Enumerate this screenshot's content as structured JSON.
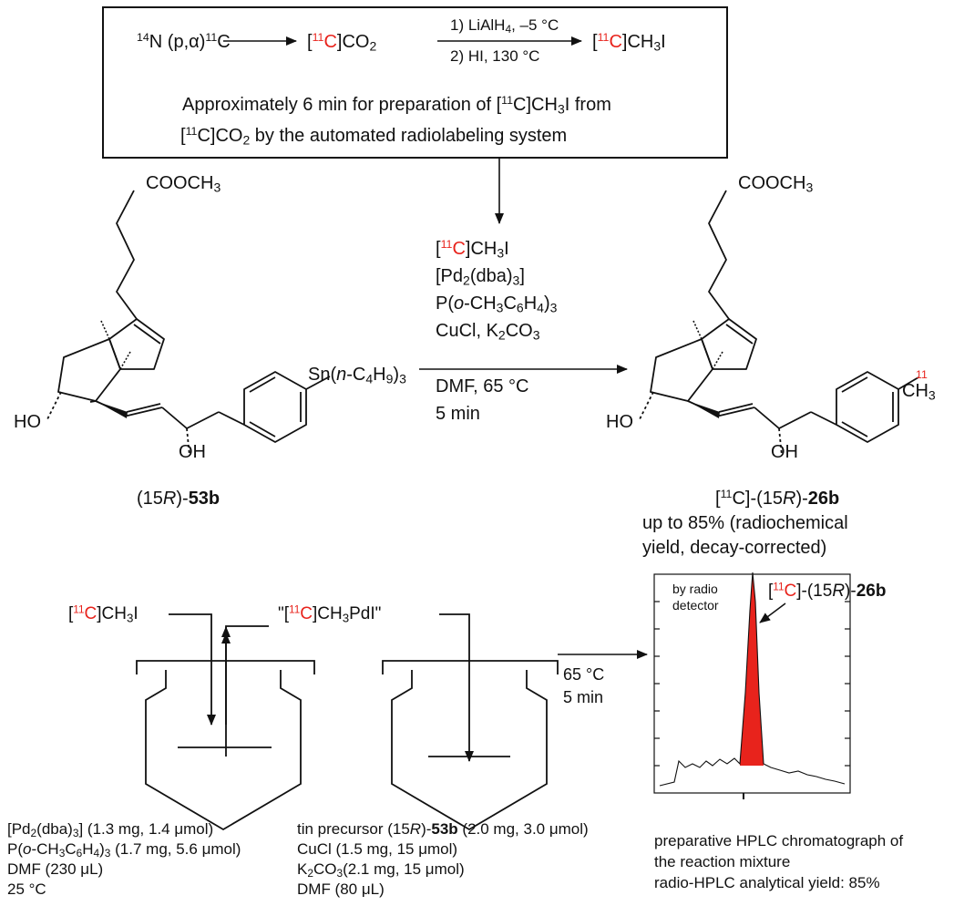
{
  "scheme": {
    "mass_14": "14",
    "nuclear_reaction": "N (p,α)",
    "mass_11": "11",
    "element_c": "C",
    "co2_label": "CO",
    "step1": "1) LiAlH",
    "step1_tail": ", –5 °C",
    "step2": "2) HI, 130 °C",
    "ch3i": "CH",
    "ch3i_tail": "I",
    "note_line1": "Approximately 6 min for preparation of [",
    "note_line1_mid": "C]CH",
    "note_line1_end": "I from",
    "note_line2_start": "[",
    "note_line2_mid": "C]CO",
    "note_line2_end": " by the automated radiolabeling system"
  },
  "reagents": {
    "r1": "CH",
    "r1_tail": "I",
    "r2": "[Pd",
    "r2_tail": "(dba)",
    "r2_close": "]",
    "r3_a": "P(",
    "r3_o": "o",
    "r3_b": "-CH",
    "r3_c": "C",
    "r3_d": "H",
    "r3_e": ")",
    "r4": "CuCl, K",
    "r4_b": "CO",
    "r5": "DMF, 65 °C",
    "r6": "5 min"
  },
  "molecules": {
    "left_ester": "COOCH",
    "right_ester": "COOCH",
    "sn_group_a": "Sn(",
    "sn_group_n": "n",
    "sn_group_b": "-C",
    "sn_group_c": "H",
    "sn_group_d": ")",
    "ho": "HO",
    "oh": "OH",
    "methyl": "CH",
    "left_name_a": "(15",
    "left_name_r": "R",
    "left_name_b": ")-",
    "left_name_bold": "53b",
    "right_name_c": "C]-(15",
    "right_name_r": "R",
    "right_name_b": ")-",
    "right_name_bold": "26b",
    "yield_line1": "up to 85% (radiochemical",
    "yield_line2": "yield, decay-corrected)"
  },
  "apparatus": {
    "ch3i_in": "CH",
    "ch3i_in_tail": "I",
    "pd_label_open": "\"[",
    "pd_label_mid": "C]CH",
    "pd_label_end": "PdI\"",
    "heat_line1": "65 °C",
    "heat_line2": "5 min",
    "vessel1_line1_a": "[Pd",
    "vessel1_line1_b": "(dba)",
    "vessel1_line1_c": "] (1.3 mg, 1.4 μmol)",
    "vessel1_line2_a": "P(",
    "vessel1_line2_b": "-CH",
    "vessel1_line2_c": "C",
    "vessel1_line2_d": "H",
    "vessel1_line2_e": ")",
    "vessel1_line2_f": " (1.7 mg, 5.6 μmol)",
    "vessel1_line3": "DMF (230 μL)",
    "vessel1_line4": "25 °C",
    "vessel2_line1_a": "tin precursor (15",
    "vessel2_line1_b": ")-",
    "vessel2_line1_c": " (2.0 mg, 3.0 μmol)",
    "vessel2_line2": "CuCl (1.5 mg, 15 μmol)",
    "vessel2_line3_a": "K",
    "vessel2_line3_b": "CO",
    "vessel2_line3_c": "(2.1 mg, 15 μmol)",
    "vessel2_line4": "DMF (80 μL)"
  },
  "hplc": {
    "detector_line1": "by radio",
    "detector_line2": "detector",
    "peak_label_open": "[",
    "peak_label_mid": "C]-(15",
    "peak_label_r": "R",
    "peak_label_b": ")-",
    "peak_label_bold": "26b",
    "caption_line1": "preparative HPLC chromatograph of",
    "caption_line2": "the reaction mixture",
    "caption_line3": "radio-HPLC analytical yield: 85%",
    "peak_color": "#e8231c"
  },
  "sub": {
    "two": "2",
    "three": "3",
    "four": "4",
    "six": "6",
    "nine": "9",
    "eleven": "11",
    "o": "o",
    "R": "R",
    "bold53b": "53b"
  }
}
